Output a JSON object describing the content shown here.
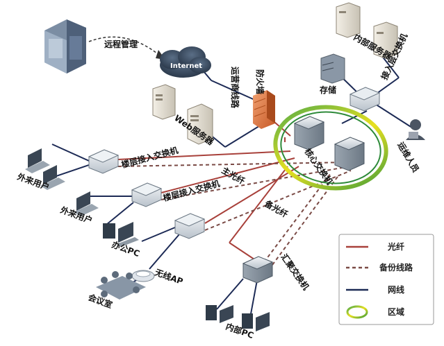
{
  "labels": {
    "remote_mgmt": "远程管理",
    "internet": "Internet",
    "carrier_line": "运营商线路",
    "firewall": "防火墙",
    "web_server": "Web服务器",
    "storage": "存储",
    "internal_server": "内部服务器",
    "access_switch_top": "接入层交换机",
    "ops_staff": "运维人员",
    "core_switch": "核心交换机",
    "floor_switch_1": "楼层接入交换机",
    "floor_switch_2": "楼层接入交换机",
    "main_fiber": "主光纤",
    "backup_fiber": "备光纤",
    "guest_user_1": "外来用户",
    "guest_user_2": "外来用户",
    "office_pc": "办公PC",
    "wireless_ap": "无线AP",
    "meeting_room": "会议室",
    "aggregation_switch": "汇聚交换机",
    "internal_pc": "内部PC"
  },
  "legend": {
    "fiber": "光纤",
    "backup_line": "备份线路",
    "network_cable": "网线",
    "zone": "区域"
  },
  "colors": {
    "fiber": "#a8403a",
    "backup": "#7a4a45",
    "cable": "#1c2a55"
  }
}
